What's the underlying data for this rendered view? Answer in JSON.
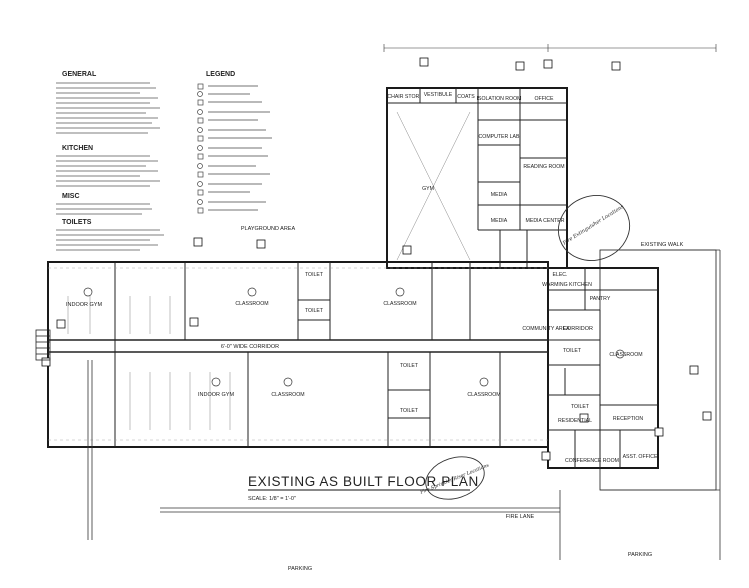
{
  "notes": {
    "general_title": "GENERAL",
    "kitchen_title": "KITCHEN",
    "toilets_title": "TOILETS",
    "misc_title": "MISC"
  },
  "legend": {
    "title": "LEGEND"
  },
  "title_block": {
    "title": "EXISTING AS BUILT FLOOR PLAN",
    "scale": "SCALE: 1/8\" = 1'-0\""
  },
  "areas": {
    "playground": "PLAYGROUND AREA",
    "indoor_gym_top": "INDOOR GYM",
    "indoor_gym_bottom": "INDOOR GYM",
    "corridor_main": "6'-0\" WIDE CORRIDOR",
    "corridor_right": "CORRIDOR",
    "parking_bottom": "PARKING",
    "parking_right": "PARKING",
    "fire_lane": "FIRE LANE",
    "existing_walk": "EXISTING WALK"
  },
  "rooms": {
    "chair_stor": "CHAIR STOR.",
    "vestibule": "VESTIBULE",
    "coats": "COATS",
    "isolation_room": "ISOLATION ROOM",
    "office": "OFFICE",
    "computer_lab": "COMPUTER LAB",
    "reading_room": "READING ROOM",
    "gym": "GYM",
    "media_1": "MEDIA",
    "media_2": "MEDIA",
    "media_center": "MEDIA CENTER",
    "elec": "ELEC.",
    "warming_kitchen": "WARMING KITCHEN",
    "pantry": "PANTRY",
    "classroom_top_1": "CLASSROOM",
    "classroom_top_2": "CLASSROOM",
    "classroom_bottom_1": "CLASSROOM",
    "classroom_bottom_2": "CLASSROOM",
    "classroom_right": "CLASSROOM",
    "toilet_1": "TOILET",
    "toilet_2": "TOILET",
    "toilet_3": "TOILET",
    "toilet_4": "TOILET",
    "toilet_5": "TOILET",
    "toilet_6": "TOILET",
    "community_room": "COMMUNITY AREA",
    "reception": "RECEPTION",
    "residential": "RESIDENTIAL",
    "conference_room": "CONFERENCE ROOM",
    "asst_office": "ASST. OFFICE"
  },
  "annotations": {
    "fire_note": "Fire Extinguisher Locations",
    "bottom_note": "Fire Sprinkler Riser Locations"
  },
  "colors": {
    "line": "#1a1a1a",
    "paper": "#ffffff",
    "faint": "#777777"
  }
}
